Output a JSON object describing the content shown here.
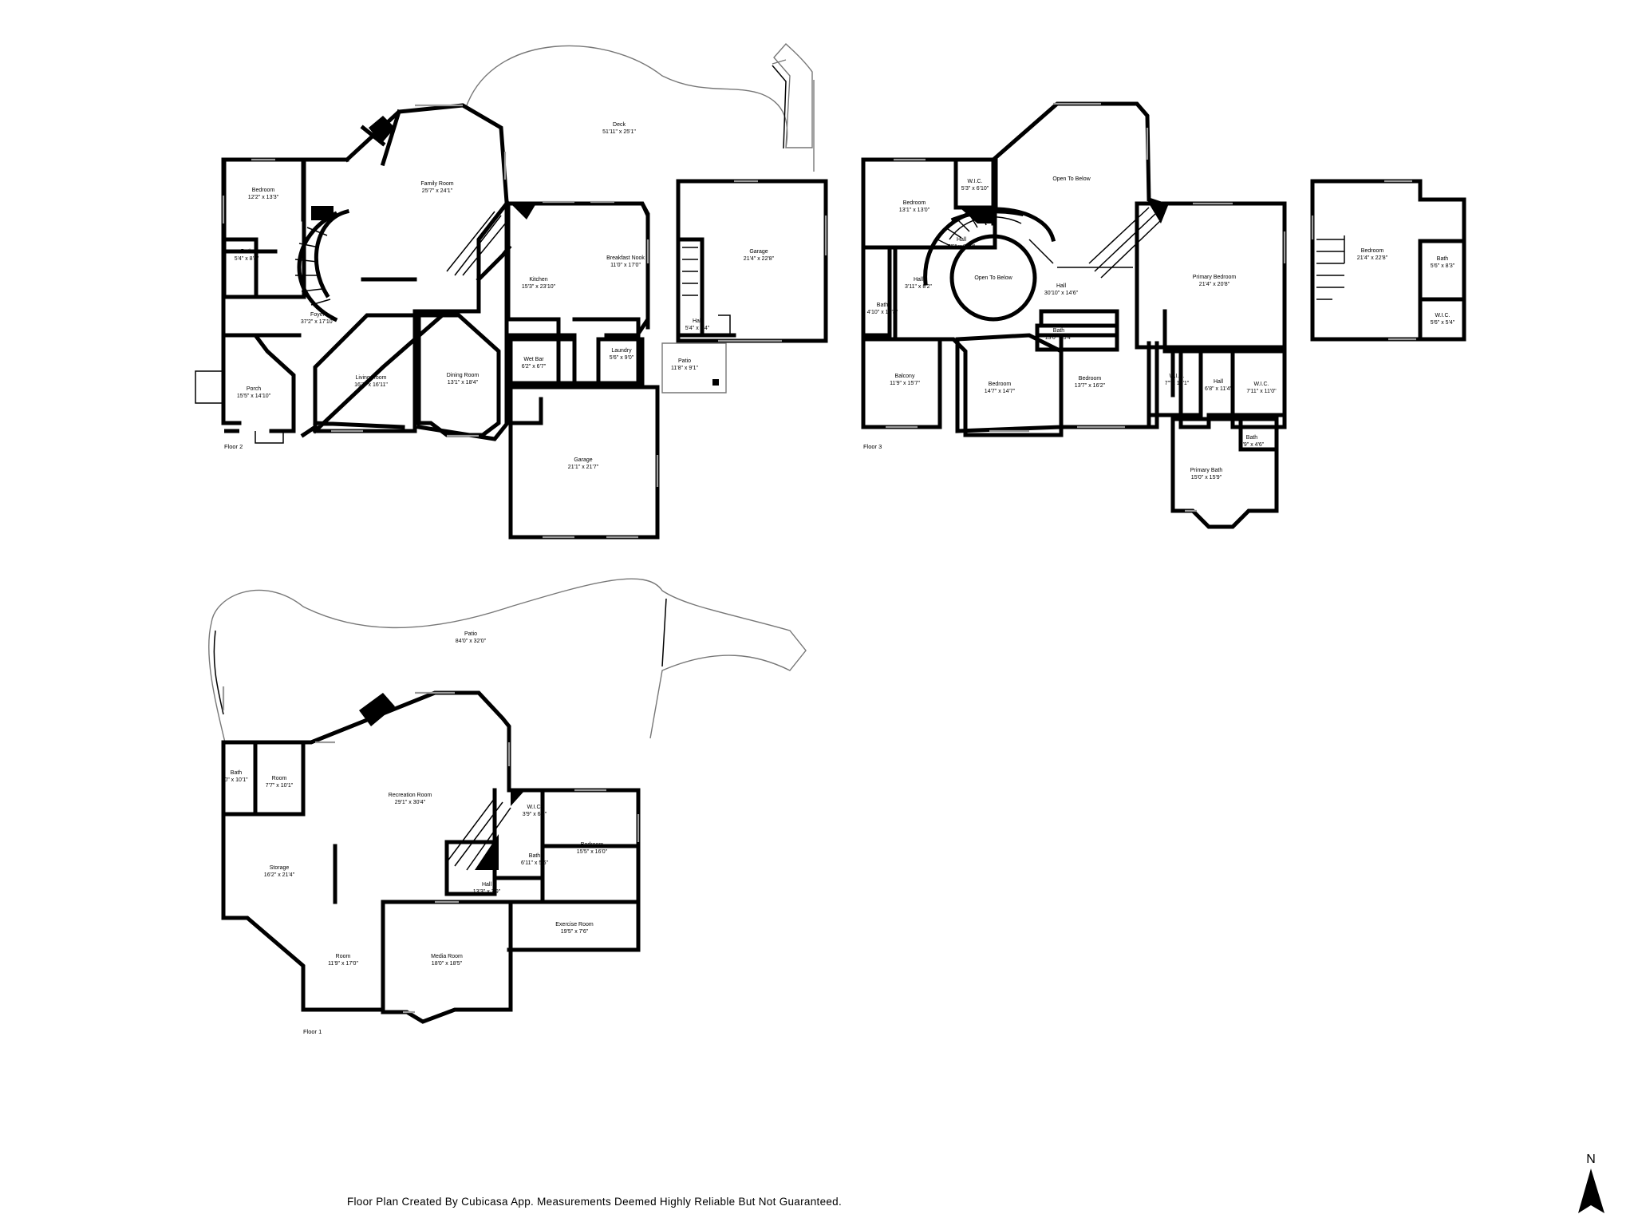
{
  "footer": "Floor Plan Created By Cubicasa App. Measurements Deemed Highly Reliable But Not Guaranteed.",
  "compass": "N",
  "floors": [
    {
      "label": "Floor 2",
      "rooms": [
        {
          "id": "deck",
          "name": "Deck",
          "dims": "51'11\" x 25'1\""
        },
        {
          "id": "family-room",
          "name": "Family Room",
          "dims": "25'7\" x 24'1\""
        },
        {
          "id": "bedroom",
          "name": "Bedroom",
          "dims": "12'2\" x 13'3\""
        },
        {
          "id": "bath",
          "name": "Bath",
          "dims": "5'4\" x 8'4\""
        },
        {
          "id": "foyer",
          "name": "Foyer",
          "dims": "37'2\" x 17'10\""
        },
        {
          "id": "porch",
          "name": "Porch",
          "dims": "15'5\" x 14'10\""
        },
        {
          "id": "living-room",
          "name": "Living Room",
          "dims": "16'7\" x 16'11\""
        },
        {
          "id": "dining-room",
          "name": "Dining Room",
          "dims": "13'1\" x 18'4\""
        },
        {
          "id": "kitchen",
          "name": "Kitchen",
          "dims": "15'3\" x 23'10\""
        },
        {
          "id": "breakfast-nook",
          "name": "Breakfast Nook",
          "dims": "11'0\" x 17'0\""
        },
        {
          "id": "wet-bar",
          "name": "Wet Bar",
          "dims": "6'2\" x 6'7\""
        },
        {
          "id": "laundry",
          "name": "Laundry",
          "dims": "5'6\" x 9'0\""
        },
        {
          "id": "hall",
          "name": "Hall",
          "dims": "5'4\" x 4'4\""
        },
        {
          "id": "garage-upper",
          "name": "Garage",
          "dims": "21'4\" x 22'8\""
        },
        {
          "id": "patio",
          "name": "Patio",
          "dims": "11'8\" x 9'1\""
        },
        {
          "id": "garage-lower",
          "name": "Garage",
          "dims": "21'1\" x 21'7\""
        }
      ]
    },
    {
      "label": "Floor 3",
      "rooms": [
        {
          "id": "open-below-1",
          "name": "Open To Below",
          "dims": ""
        },
        {
          "id": "bedroom-nw",
          "name": "Bedroom",
          "dims": "13'1\" x 13'0\""
        },
        {
          "id": "wic-1",
          "name": "W.I.C.",
          "dims": "5'3\" x 6'10\""
        },
        {
          "id": "hall-stair",
          "name": "Hall",
          "dims": "7'5\" x 6'10\""
        },
        {
          "id": "hall-small",
          "name": "Hall",
          "dims": "3'11\" x 8'2\""
        },
        {
          "id": "bath-w",
          "name": "Bath",
          "dims": "4'10\" x 12'3\""
        },
        {
          "id": "open-below-2",
          "name": "Open To Below",
          "dims": ""
        },
        {
          "id": "hall-main",
          "name": "Hall",
          "dims": "30'10\" x 14'6\""
        },
        {
          "id": "primary-bedroom",
          "name": "Primary Bedroom",
          "dims": "21'4\" x 20'8\""
        },
        {
          "id": "bath-mid",
          "name": "Bath",
          "dims": "13'0\" x 5'4\""
        },
        {
          "id": "balcony",
          "name": "Balcony",
          "dims": "11'9\" x 15'7\""
        },
        {
          "id": "bedroom-c",
          "name": "Bedroom",
          "dims": "14'7\" x 14'7\""
        },
        {
          "id": "bedroom-e",
          "name": "Bedroom",
          "dims": "13'7\" x 16'2\""
        },
        {
          "id": "wic-2",
          "name": "W.I.C.",
          "dims": "7'\" x 10'1\""
        },
        {
          "id": "hall-pb",
          "name": "Hall",
          "dims": "6'8\" x 11'4\""
        },
        {
          "id": "wic-3",
          "name": "W.I.C.",
          "dims": "7'11\" x 11'0\""
        },
        {
          "id": "bath-pb",
          "name": "Bath",
          "dims": "4'9\" x 4'6\""
        },
        {
          "id": "primary-bath",
          "name": "Primary Bath",
          "dims": "15'0\" x 15'9\""
        }
      ]
    },
    {
      "label": "",
      "rooms": [
        {
          "id": "bedroom-f4",
          "name": "Bedroom",
          "dims": "21'4\" x 22'8\""
        },
        {
          "id": "bath-f4",
          "name": "Bath",
          "dims": "5'6\" x 8'3\""
        },
        {
          "id": "wic-f4",
          "name": "W.I.C.",
          "dims": "5'6\" x 5'4\""
        }
      ]
    },
    {
      "label": "Floor 1",
      "rooms": [
        {
          "id": "patio-lower",
          "name": "Patio",
          "dims": "84'0\" x 32'0\""
        },
        {
          "id": "bath-f1",
          "name": "Bath",
          "dims": "0\" x 10'1\""
        },
        {
          "id": "room-small",
          "name": "Room",
          "dims": "7'7\" x 10'1\""
        },
        {
          "id": "recreation-room",
          "name": "Recreation Room",
          "dims": "29'1\" x 30'4\""
        },
        {
          "id": "wic-f1",
          "name": "W.I.C.",
          "dims": "3'9\" x 6'0\""
        },
        {
          "id": "bath-f1b",
          "name": "Bath",
          "dims": "6'11\" x 5'6\""
        },
        {
          "id": "bedroom-f1",
          "name": "Bedroom",
          "dims": "15'5\" x 16'0\""
        },
        {
          "id": "storage",
          "name": "Storage",
          "dims": "16'2\" x 21'4\""
        },
        {
          "id": "hall-f1",
          "name": "Hall",
          "dims": "13'3\" x 3'9\""
        },
        {
          "id": "exercise-room",
          "name": "Exercise Room",
          "dims": "19'5\" x 7'6\""
        },
        {
          "id": "room-f1",
          "name": "Room",
          "dims": "11'9\" x 17'0\""
        },
        {
          "id": "media-room",
          "name": "Media Room",
          "dims": "18'0\" x 18'5\""
        }
      ]
    }
  ]
}
